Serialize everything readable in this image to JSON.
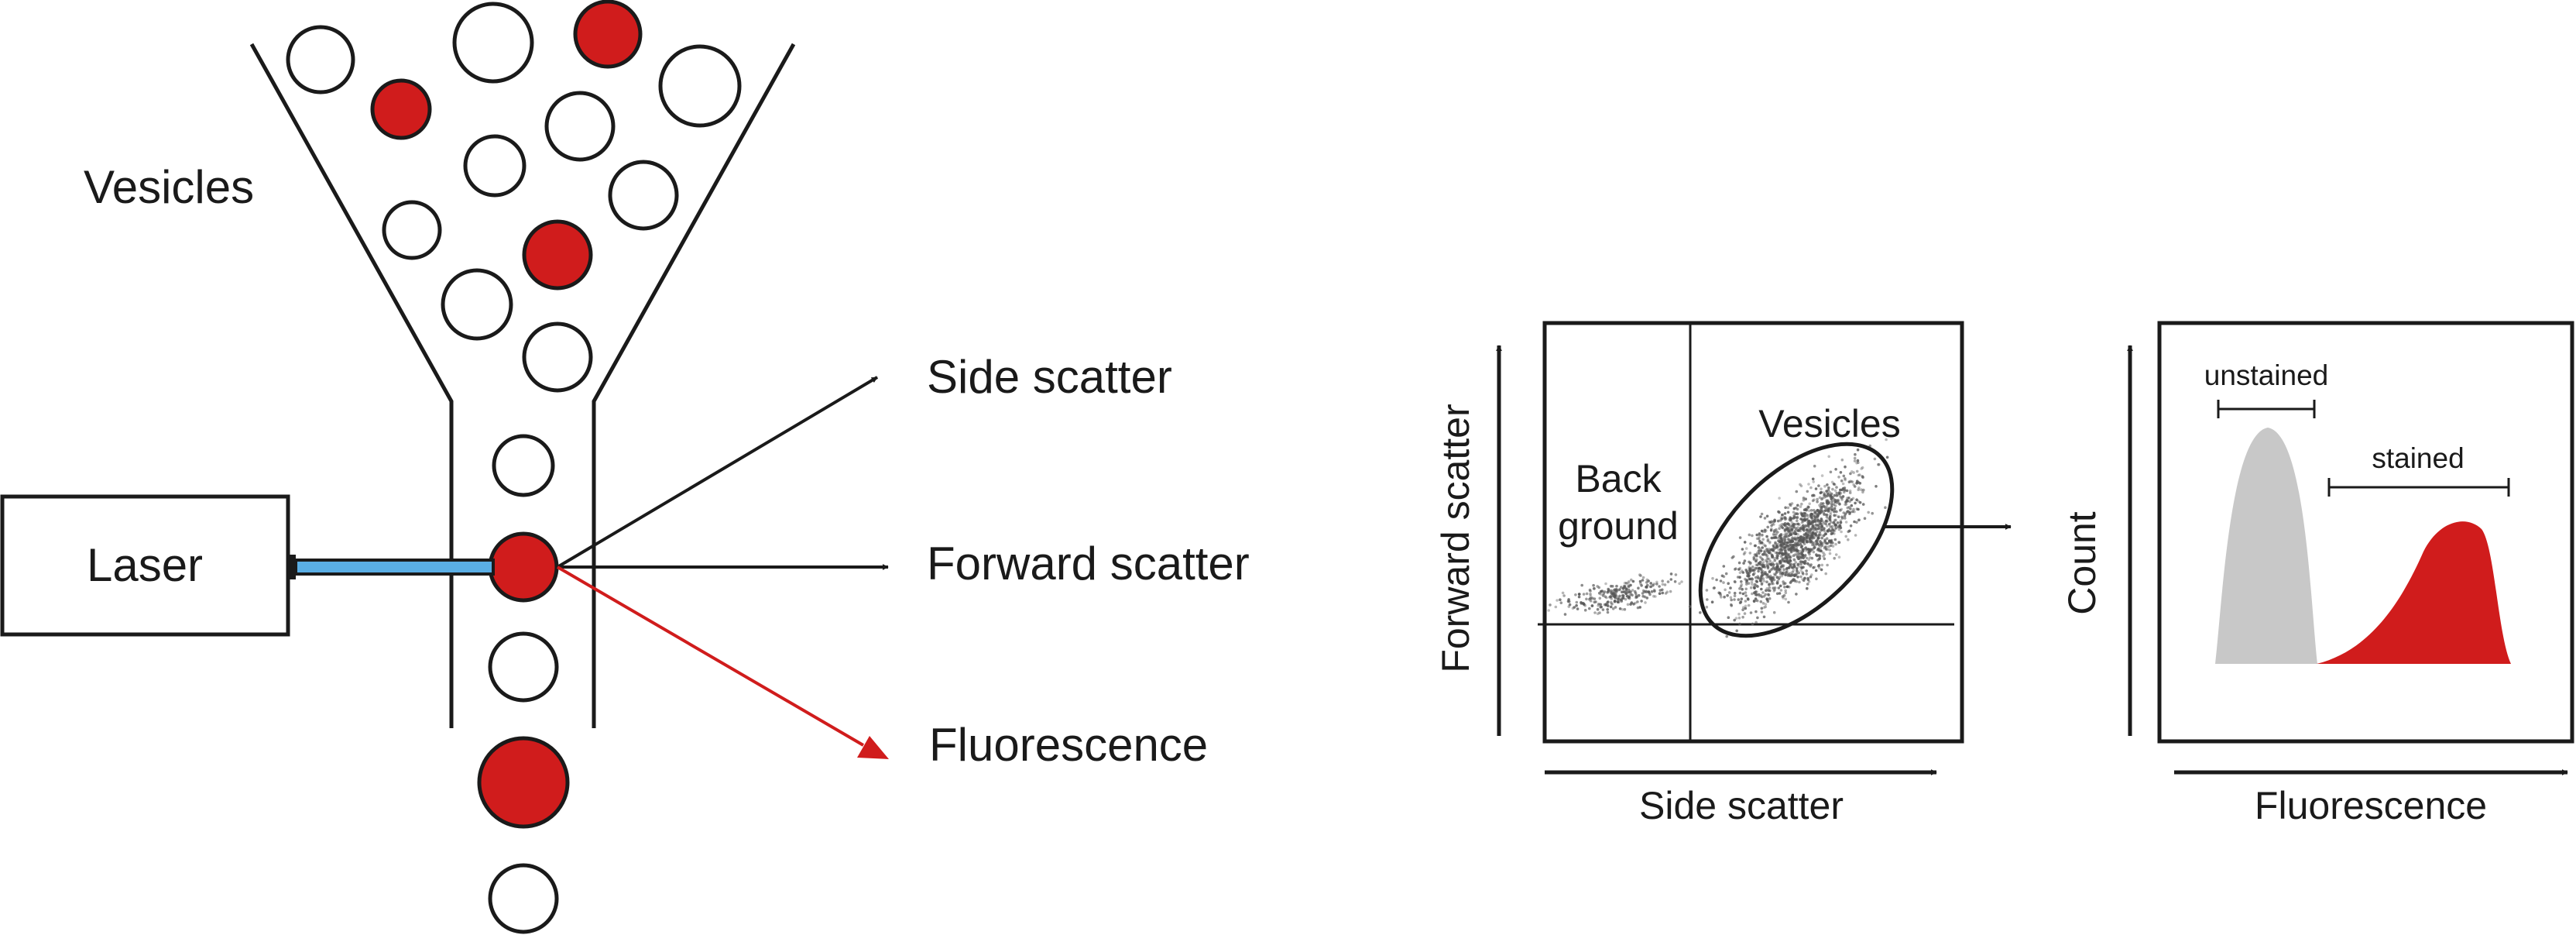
{
  "flow_cytometer": {
    "vesicles_label": "Vesicles",
    "laser_label": "Laser",
    "outputs": {
      "side_scatter": "Side scatter",
      "forward_scatter": "Forward scatter",
      "fluorescence": "Fluorescence"
    }
  },
  "scatter_plot": {
    "x_axis_label": "Side scatter",
    "y_axis_label": "Forward scatter",
    "background_gate_label_line1": "Back",
    "background_gate_label_line2": "ground",
    "vesicle_gate_label": "Vesicles"
  },
  "histogram": {
    "x_axis_label": "Fluorescence",
    "y_axis_label": "Count",
    "unstained_label": "unstained",
    "stained_label": "stained"
  },
  "colors": {
    "stained": "#d01c1c",
    "unstained_fill": "#ffffff",
    "unstained_peak": "#c8c8c8",
    "laser_beam": "#5aaee4",
    "line": "#1a1a1a"
  }
}
